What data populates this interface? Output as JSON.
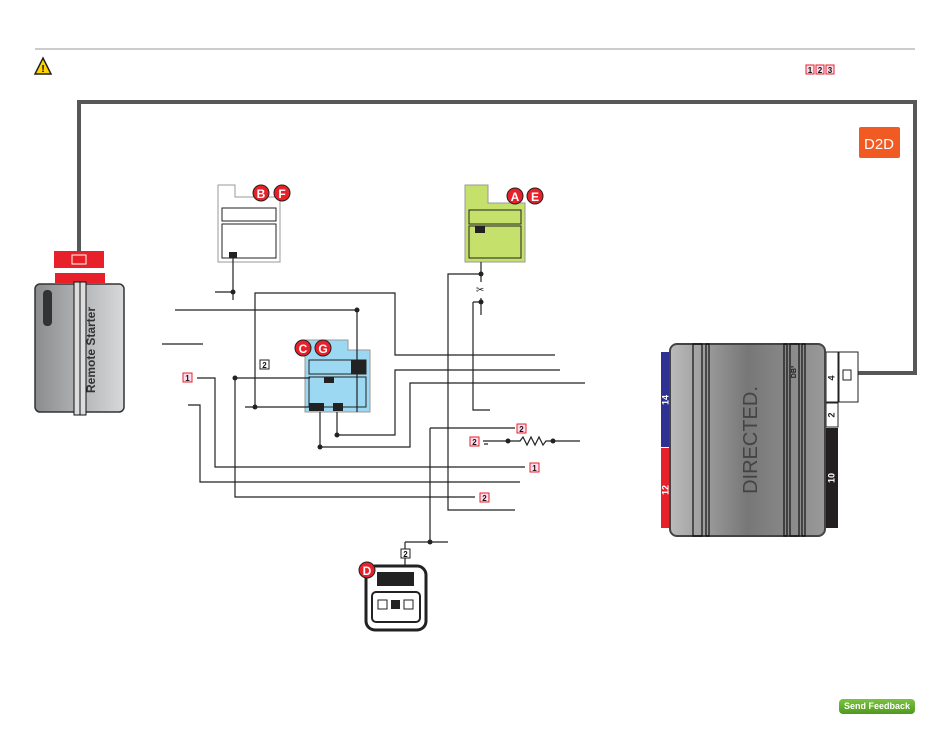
{
  "header": {
    "warning_icon": "warning-triangle-icon",
    "footnotes": [
      "1",
      "2",
      "3"
    ]
  },
  "logo": {
    "text": "D2D",
    "color": "#f15a22"
  },
  "remote_starter": {
    "label": "Remote Starter"
  },
  "module": {
    "brand": "DIRECTED.",
    "model": "DB³",
    "harness": {
      "left_top": "14",
      "left_bottom": "12",
      "right_top": "4",
      "right_mid": "2",
      "right_bottom": "10"
    }
  },
  "connectors": {
    "ae": {
      "letters": [
        "A",
        "E"
      ],
      "color": "#c5e06b"
    },
    "bf": {
      "letters": [
        "B",
        "F"
      ],
      "color": "#ffffff"
    },
    "cg": {
      "letters": [
        "C",
        "G"
      ],
      "color": "#9dd8f3"
    },
    "d": {
      "letters": [
        "D"
      ]
    }
  },
  "wire_markers": {
    "m1": "1",
    "m2": "2",
    "m3": "2",
    "m4": "2",
    "m5": "1",
    "m6": "2",
    "m7": "2"
  },
  "feedback": {
    "label": "Send Feedback"
  },
  "colors": {
    "red": "#e8202a",
    "blue": "#2e3192",
    "harness_gray": "#555759"
  }
}
